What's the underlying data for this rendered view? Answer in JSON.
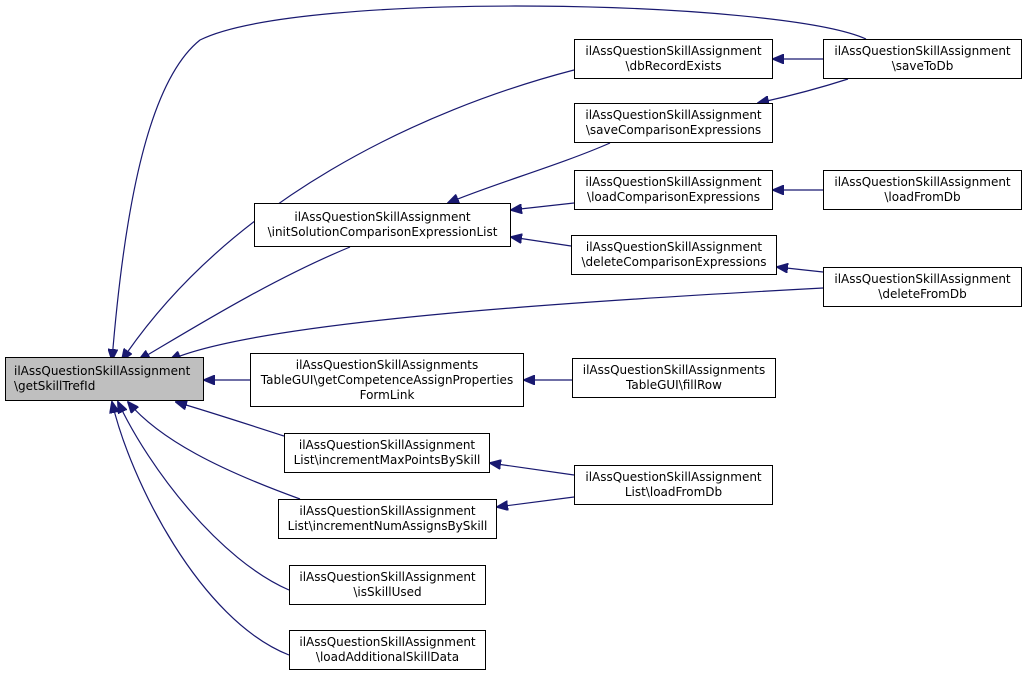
{
  "diagram": {
    "type": "call-graph",
    "edge_color": "#191970",
    "main_fill": "#bfbfbf",
    "nodes": [
      {
        "id": "main",
        "lines": [
          "ilAssQuestionSkillAssignment",
          "\\getSkillTrefId"
        ],
        "highlight": true
      },
      {
        "id": "initSolution",
        "lines": [
          "ilAssQuestionSkillAssignment",
          "\\initSolutionComparisonExpressionList"
        ]
      },
      {
        "id": "tableGUIlink",
        "lines": [
          "ilAssQuestionSkillAssignments",
          "TableGUI\\getCompetenceAssignProperties",
          "FormLink"
        ]
      },
      {
        "id": "incMaxPoints",
        "lines": [
          "ilAssQuestionSkillAssignment",
          "List\\incrementMaxPointsBySkill"
        ]
      },
      {
        "id": "incNumAssigns",
        "lines": [
          "ilAssQuestionSkillAssignment",
          "List\\incrementNumAssignsBySkill"
        ]
      },
      {
        "id": "isSkillUsed",
        "lines": [
          "ilAssQuestionSkillAssignment",
          "\\isSkillUsed"
        ]
      },
      {
        "id": "loadAdditional",
        "lines": [
          "ilAssQuestionSkillAssignment",
          "\\loadAdditionalSkillData"
        ]
      },
      {
        "id": "dbRecordExists",
        "lines": [
          "ilAssQuestionSkillAssignment",
          "\\dbRecordExists"
        ]
      },
      {
        "id": "saveComparison",
        "lines": [
          "ilAssQuestionSkillAssignment",
          "\\saveComparisonExpressions"
        ]
      },
      {
        "id": "loadComparison",
        "lines": [
          "ilAssQuestionSkillAssignment",
          "\\loadComparisonExpressions"
        ]
      },
      {
        "id": "deleteComparison",
        "lines": [
          "ilAssQuestionSkillAssignment",
          "\\deleteComparisonExpressions"
        ]
      },
      {
        "id": "fillRow",
        "lines": [
          "ilAssQuestionSkillAssignments",
          "TableGUI\\fillRow"
        ]
      },
      {
        "id": "listLoadFromDb",
        "lines": [
          "ilAssQuestionSkillAssignment",
          "List\\loadFromDb"
        ]
      },
      {
        "id": "saveToDb",
        "lines": [
          "ilAssQuestionSkillAssignment",
          "\\saveToDb"
        ]
      },
      {
        "id": "loadFromDb",
        "lines": [
          "ilAssQuestionSkillAssignment",
          "\\loadFromDb"
        ]
      },
      {
        "id": "deleteFromDb",
        "lines": [
          "ilAssQuestionSkillAssignment",
          "\\deleteFromDb"
        ]
      }
    ],
    "edges": [
      {
        "from": "saveToDb",
        "to": "main"
      },
      {
        "from": "dbRecordExists",
        "to": "main"
      },
      {
        "from": "initSolution",
        "to": "main"
      },
      {
        "from": "deleteFromDb",
        "to": "main"
      },
      {
        "from": "tableGUIlink",
        "to": "main"
      },
      {
        "from": "incMaxPoints",
        "to": "main"
      },
      {
        "from": "incNumAssigns",
        "to": "main"
      },
      {
        "from": "isSkillUsed",
        "to": "main"
      },
      {
        "from": "loadAdditional",
        "to": "main"
      },
      {
        "from": "saveToDb",
        "to": "dbRecordExists"
      },
      {
        "from": "saveToDb",
        "to": "saveComparison"
      },
      {
        "from": "saveComparison",
        "to": "initSolution"
      },
      {
        "from": "loadComparison",
        "to": "initSolution"
      },
      {
        "from": "deleteComparison",
        "to": "initSolution"
      },
      {
        "from": "loadFromDb",
        "to": "loadComparison"
      },
      {
        "from": "deleteFromDb",
        "to": "deleteComparison"
      },
      {
        "from": "fillRow",
        "to": "tableGUIlink"
      },
      {
        "from": "listLoadFromDb",
        "to": "incMaxPoints"
      },
      {
        "from": "listLoadFromDb",
        "to": "incNumAssigns"
      }
    ]
  }
}
